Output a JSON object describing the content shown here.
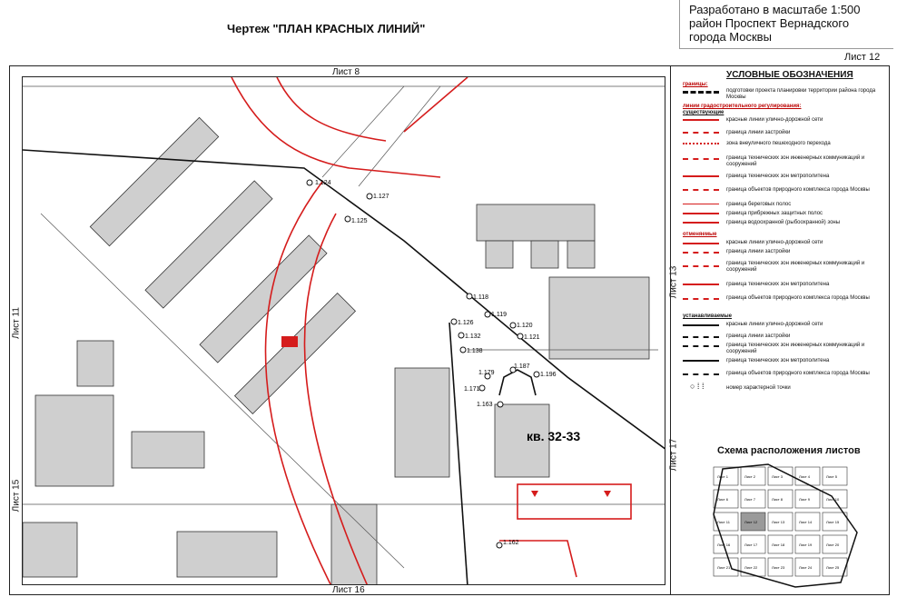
{
  "title": "Чертеж \"ПЛАН КРАСНЫХ ЛИНИЙ\"",
  "scale_box": {
    "line1": "Разработано в масштабе 1:500",
    "line2": "район Проспект Вернадского",
    "line3": "города Москвы"
  },
  "sheet_number": "Лист 12",
  "adjacent_sheets": {
    "top": "Лист 8",
    "bottom": "Лист 16",
    "left_upper": "Лист 11",
    "left_lower": "Лист 15",
    "right_upper": "Лист 13",
    "right_lower": "Лист 17"
  },
  "block_label": "кв. 32-33",
  "points": [
    "1.124",
    "1.127",
    "1.125",
    "1.118",
    "1.119",
    "1.126",
    "1.120",
    "1.121",
    "1.132",
    "1.138",
    "1.179",
    "1.187",
    "1.196",
    "1.171",
    "1.163",
    "1.162"
  ],
  "legend": {
    "title": "УСЛОВНЫЕ ОБОЗНАЧЕНИЯ",
    "borders_head": "границы:",
    "borders_item": "подготовки проекта планировки территории района города Москвы",
    "lines_head": "линии градостроительного регулирования:",
    "existing_head": "существующие",
    "existing": [
      "красные линии улично-дорожной сети",
      "граница линии застройки",
      "зона внеуличного пешеходного перехода",
      "граница технических зон инженерных коммуникаций и сооружений",
      "граница технических зон метрополитена",
      "граница объектов природного комплекса города Москвы",
      "граница береговых полос",
      "граница прибрежных защитных полос",
      "граница водоохранной (рыбоохранной) зоны"
    ],
    "cancelled_head": "отменяемые",
    "cancelled": [
      "красные линии улично-дорожной сети",
      "граница линии застройки",
      "граница технических зон инженерных коммуникаций и сооружений",
      "граница технических зон метрополитена",
      "граница объектов природного комплекса города Москвы"
    ],
    "established_head": "устанавливаемые",
    "established": [
      "красные линии улично-дорожной сети",
      "граница линии застройки",
      "граница технических зон инженерных коммуникаций и сооружений",
      "граница технических зон метрополитена",
      "граница объектов природного комплекса города Москвы",
      "номер характерной точки"
    ]
  },
  "scheme": {
    "title": "Схема расположения листов",
    "cells": [
      "Лист 1",
      "Лист 2",
      "Лист 3",
      "Лист 4",
      "Лист 5",
      "Лист 6",
      "Лист 7",
      "Лист 8",
      "Лист 9",
      "Лист 10",
      "Лист 11",
      "Лист 12",
      "Лист 13",
      "Лист 14",
      "Лист 15",
      "Лист 16",
      "Лист 17",
      "Лист 18",
      "Лист 19",
      "Лист 20",
      "Лист 21",
      "Лист 22",
      "Лист 23",
      "Лист 24",
      "Лист 25"
    ],
    "highlight": "Лист 12"
  },
  "colors": {
    "red": "#d51c1c",
    "black": "#111111",
    "building": "#cfcfcf",
    "highlight": "#9a9a9a"
  }
}
